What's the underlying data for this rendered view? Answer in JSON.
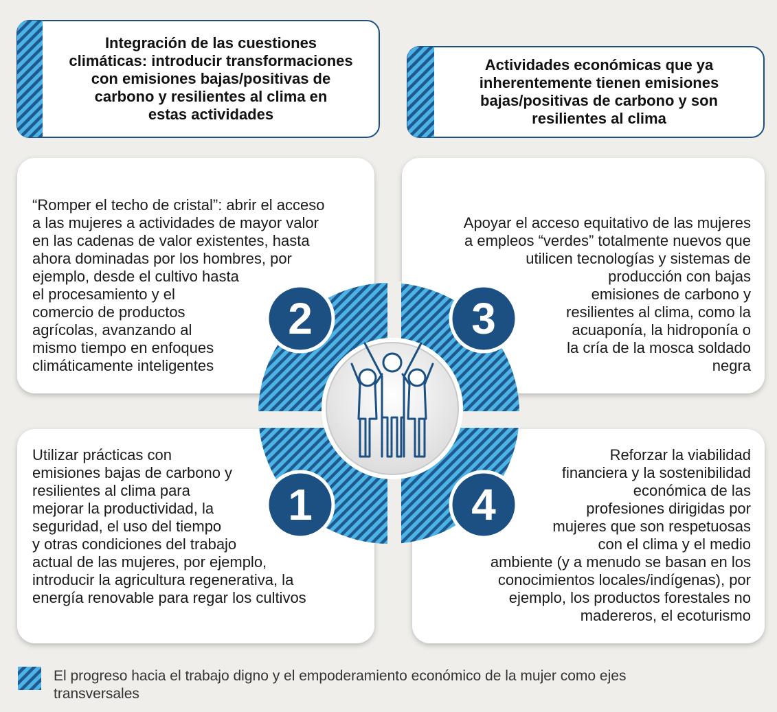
{
  "header_left": {
    "lines": [
      "Integración de las cuestiones",
      "climáticas: introducir transformaciones",
      "con emisiones bajas/positivas de",
      "carbono y resilientes al clima en",
      "estas actividades"
    ]
  },
  "header_right": {
    "lines": [
      "Actividades económicas que ya",
      "inherentemente tienen emisiones",
      "bajas/positivas de carbono y son",
      "resilientes al clima"
    ]
  },
  "quadrants": {
    "q2": {
      "number": "2",
      "lines": [
        "“Romper el techo de cristal”: abrir el acceso",
        "a las mujeres a actividades de mayor valor",
        "en las cadenas de valor existentes, hasta",
        "ahora dominadas por los hombres, por",
        "ejemplo, desde el cultivo hasta",
        "el procesamiento y el",
        "comercio de productos",
        "agrícolas, avanzando al",
        "mismo tiempo en enfoques",
        "climáticamente inteligentes"
      ]
    },
    "q3": {
      "number": "3",
      "lines": [
        "Apoyar el acceso equitativo de las mujeres",
        "a empleos “verdes” totalmente nuevos que",
        "utilicen tecnologías y sistemas de",
        "producción con bajas",
        "emisiones de carbono y",
        "resilientes al clima, como la",
        "acuaponía, la hidroponía o",
        "la cría de la mosca soldado",
        "negra"
      ]
    },
    "q1": {
      "number": "1",
      "lines": [
        "Utilizar prácticas con",
        "emisiones bajas de carbono y",
        "resilientes al clima para",
        "mejorar la productividad, la",
        "seguridad, el uso del tiempo",
        "y otras condiciones del trabajo",
        "actual de las mujeres, por ejemplo,",
        "introducir la agricultura regenerativa, la",
        "energía renovable para regar los cultivos"
      ]
    },
    "q4": {
      "number": "4",
      "lines": [
        "Reforzar la viabilidad",
        "financiera y la sostenibilidad",
        "económica de las",
        "profesiones dirigidas por",
        "mujeres que son respetuosas",
        "con el clima y el medio",
        "ambiente (y a menudo se basan en los",
        "conocimientos locales/indígenas), por",
        "ejemplo, los productos forestales no",
        "madereros, el ecoturismo"
      ]
    }
  },
  "legend": {
    "lines": [
      "El progreso hacia el trabajo digno y el empoderamiento económico de la mujer como ejes",
      "transversales"
    ]
  },
  "icons": {
    "center": "people-raising-arms-icon",
    "legend": "striped-swatch-icon"
  },
  "colors": {
    "navy": "#1c4f82",
    "stripe_light": "#4db3e6",
    "stripe_dark": "#1e5a8e",
    "card": "#ffffff",
    "background": "#efeeea"
  }
}
